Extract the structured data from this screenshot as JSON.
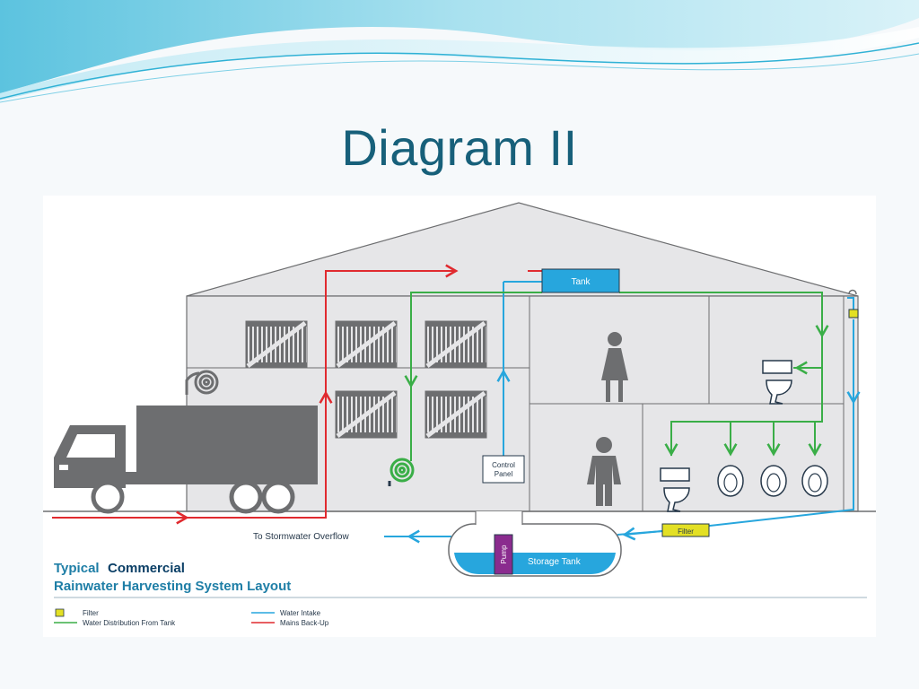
{
  "slide": {
    "title": "Diagram II"
  },
  "diagram": {
    "labels": {
      "tank": "Tank",
      "control_panel_line1": "Control",
      "control_panel_line2": "Panel",
      "pump": "Pump",
      "storage_tank": "Storage Tank",
      "filter": "Filter",
      "overflow": "To Stormwater Overflow"
    },
    "caption": {
      "line1_prefix": "Typical",
      "line1_rest": "Commercial",
      "line2": "Rainwater Harvesting System Layout"
    },
    "legend": [
      {
        "label": "Filter",
        "kind": "square",
        "color": "#e3e024"
      },
      {
        "label": "Water Distribution From Tank",
        "kind": "line",
        "color": "#3aae47"
      },
      {
        "label": "Water Intake",
        "kind": "line",
        "color": "#27a6dd"
      },
      {
        "label": "Mains Back-Up",
        "kind": "line",
        "color": "#e02a2f"
      }
    ],
    "colors": {
      "building": "#e6e6e8",
      "truck": "#6d6e70",
      "water_intake": "#27a6dd",
      "distribution": "#3aae47",
      "mains": "#e02a2f",
      "filter": "#e3e024",
      "pump": "#8a2b8e"
    }
  }
}
